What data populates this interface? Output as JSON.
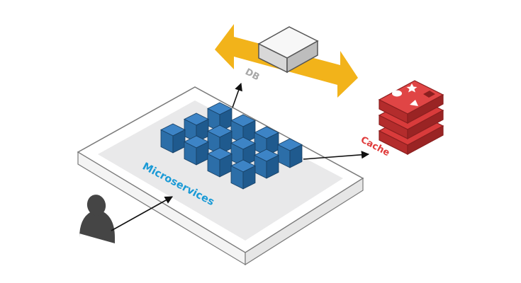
{
  "labels": {
    "db": "DB",
    "cache": "Cache",
    "microservices": "Microservices"
  },
  "colors": {
    "microservices_text": "#1a9ad6",
    "cache_text": "#e03a3a",
    "db_text": "#a8a8a8",
    "db_arrow": "#f2b31a",
    "cube": "#2c6ea8",
    "cache_red": "#d93b3b",
    "user": "#454545"
  },
  "icons": {
    "user": "user-icon",
    "db": "database-server-icon",
    "cache": "redis-cache-icon",
    "service": "service-cube-icon"
  }
}
